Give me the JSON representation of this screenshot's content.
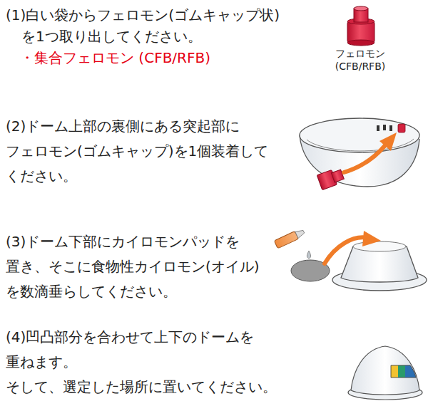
{
  "diagram": {
    "labels": [
      "(1)白い袋からフェロモン(ゴムキャップ状) を1つ取り出してください。",
      "・集合フェロモン (CFB/RFB)",
      "フェロモン (CFB/RFB)",
      "(2)ドーム上部の裏側にある突起部に フェロモン(ゴムキャップ)を1個装着して ください。",
      "(3)ドーム下部にカイロモンパッドを 置き、そこに食物性カイロモン(オイル) を数滴垂らしてください。",
      "(4)凹凸部分を合わせて上下のドームを 重ねます。 そして、選定した場所に置いてください。"
    ]
  }
}
